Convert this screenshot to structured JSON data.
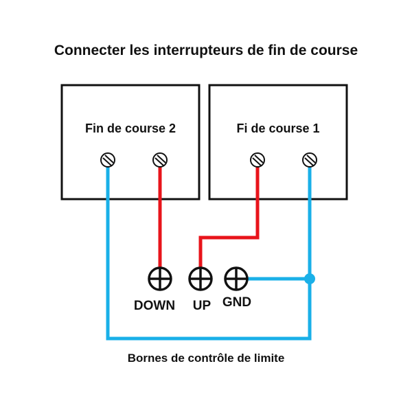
{
  "title": "Connecter les interrupteurs de fin de course",
  "footer": "Bornes de contrôle de limite",
  "switches": [
    {
      "label": "Fin de course 2"
    },
    {
      "label": "Fi de course 1"
    }
  ],
  "terminals": [
    {
      "label": "DOWN"
    },
    {
      "label": "UP"
    },
    {
      "label": "GND"
    }
  ],
  "colors": {
    "red_wire": "#e8141b",
    "blue_wire": "#1ab0e8",
    "outline": "#111111"
  }
}
